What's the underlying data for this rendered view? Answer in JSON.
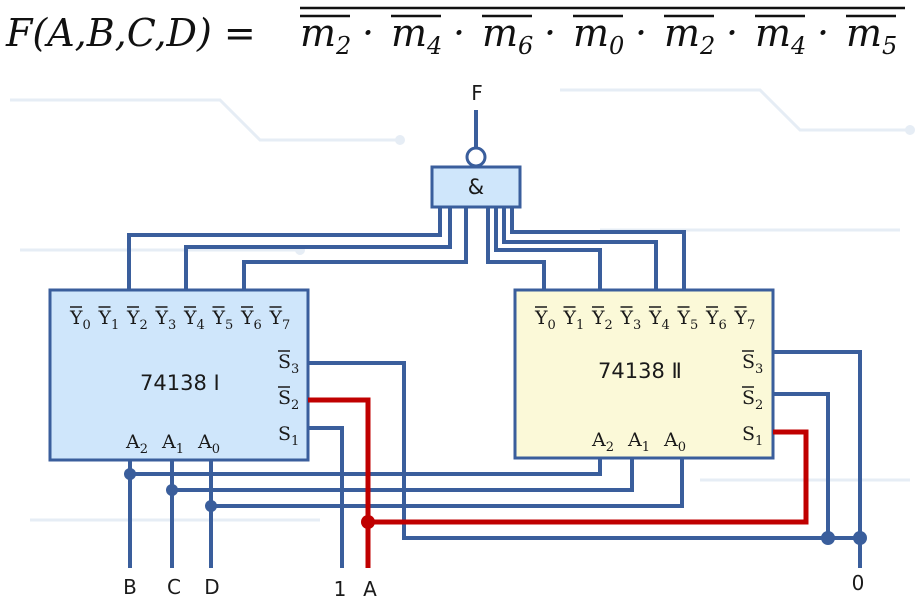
{
  "formula": {
    "lhs": "F(A,B,C,D) = ",
    "terms": [
      {
        "m": "m",
        "sub": "2"
      },
      {
        "m": "m",
        "sub": "4"
      },
      {
        "m": "m",
        "sub": "6"
      },
      {
        "m": "m",
        "sub": "0"
      },
      {
        "m": "m",
        "sub": "2"
      },
      {
        "m": "m",
        "sub": "4"
      },
      {
        "m": "m",
        "sub": "5"
      }
    ],
    "dot": "·"
  },
  "gate": {
    "symbol": "&",
    "output_label": "F"
  },
  "chip1": {
    "name": "74138 Ⅰ",
    "outputs": [
      "Y",
      "Y",
      "Y",
      "Y",
      "Y",
      "Y",
      "Y",
      "Y"
    ],
    "output_subs": [
      "0",
      "1",
      "2",
      "3",
      "4",
      "5",
      "6",
      "7"
    ],
    "enables": [
      {
        "l": "S",
        "s": "3"
      },
      {
        "l": "S",
        "s": "2"
      },
      {
        "l": "S",
        "s": "1"
      }
    ],
    "addr": [
      {
        "l": "A",
        "s": "2"
      },
      {
        "l": "A",
        "s": "1"
      },
      {
        "l": "A",
        "s": "0"
      }
    ]
  },
  "chip2": {
    "name": "74138 Ⅱ",
    "outputs": [
      "Y",
      "Y",
      "Y",
      "Y",
      "Y",
      "Y",
      "Y",
      "Y"
    ],
    "output_subs": [
      "0",
      "1",
      "2",
      "3",
      "4",
      "5",
      "6",
      "7"
    ],
    "enables": [
      {
        "l": "S",
        "s": "3"
      },
      {
        "l": "S",
        "s": "2"
      },
      {
        "l": "S",
        "s": "1"
      }
    ],
    "addr": [
      {
        "l": "A",
        "s": "2"
      },
      {
        "l": "A",
        "s": "1"
      },
      {
        "l": "A",
        "s": "0"
      }
    ]
  },
  "terminals": {
    "b": "B",
    "c": "C",
    "d": "D",
    "one": "1",
    "a": "A",
    "zero": "0"
  },
  "colors": {
    "chip1_fill": "#cfe6fb",
    "chip2_fill": "#fbf9d8",
    "wire": "#3a5e9c",
    "enable_wire": "#c00000",
    "gate_fill": "#cfe6fb"
  }
}
